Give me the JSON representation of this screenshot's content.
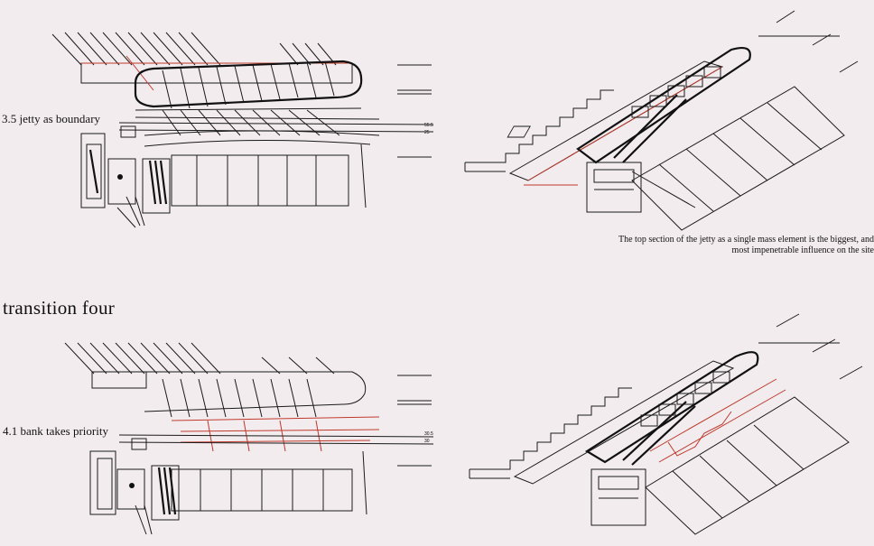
{
  "labels": {
    "jetty_boundary": "3.5 jetty as boundary",
    "bank_priority": "4.1 bank takes priority",
    "section_heading": "transition four",
    "caption_line1": "The top section of the jetty as a single mass element is the biggest, and",
    "caption_line2": "most impenetrable influence on the site"
  },
  "colors": {
    "background": "#f3ecef",
    "ink": "#1a1a1a",
    "accent_red": "#c0392b"
  }
}
